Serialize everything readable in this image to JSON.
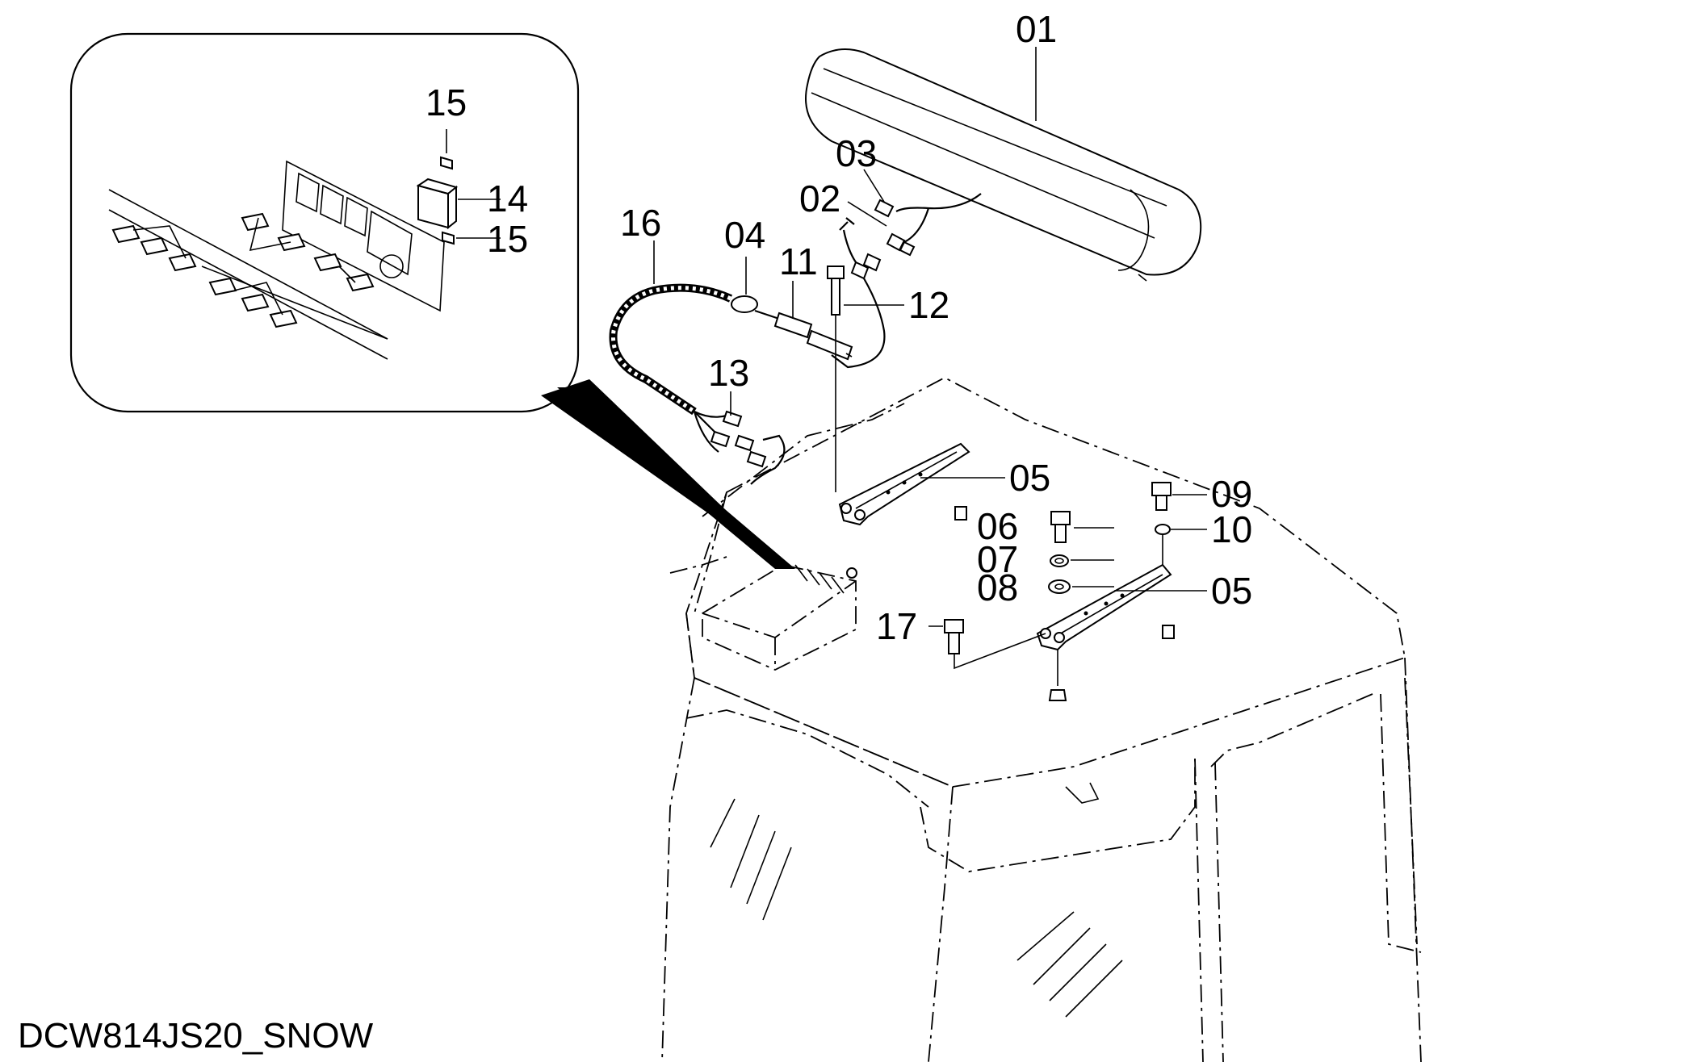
{
  "drawing_code": "DCW814JS20_SNOW",
  "callouts": [
    {
      "id": "01",
      "label": "01"
    },
    {
      "id": "02",
      "label": "02"
    },
    {
      "id": "03",
      "label": "03"
    },
    {
      "id": "04",
      "label": "04"
    },
    {
      "id": "05a",
      "label": "05"
    },
    {
      "id": "05b",
      "label": "05"
    },
    {
      "id": "06",
      "label": "06"
    },
    {
      "id": "07",
      "label": "07"
    },
    {
      "id": "08",
      "label": "08"
    },
    {
      "id": "09",
      "label": "09"
    },
    {
      "id": "10",
      "label": "10"
    },
    {
      "id": "11",
      "label": "11"
    },
    {
      "id": "12",
      "label": "12"
    },
    {
      "id": "13",
      "label": "13"
    },
    {
      "id": "14",
      "label": "14"
    },
    {
      "id": "15a",
      "label": "15"
    },
    {
      "id": "15b",
      "label": "15"
    },
    {
      "id": "16",
      "label": "16"
    },
    {
      "id": "17",
      "label": "17"
    }
  ]
}
